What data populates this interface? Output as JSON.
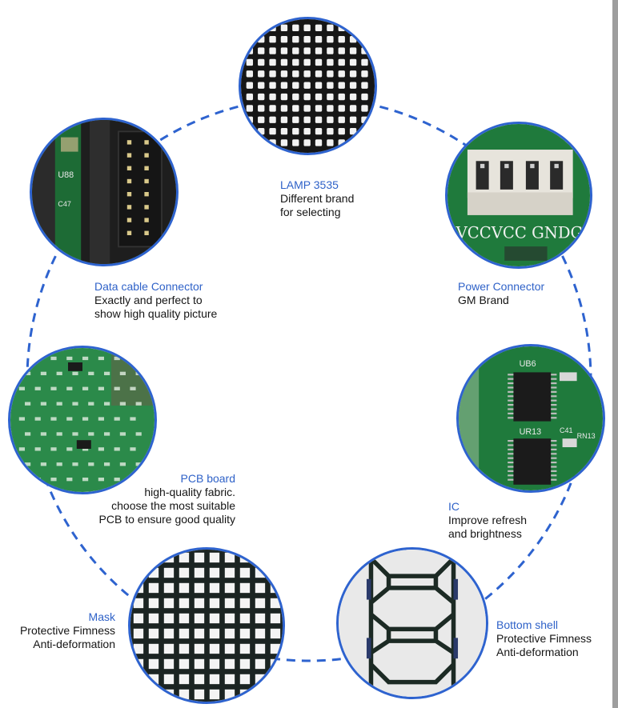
{
  "colors": {
    "accent": "#2f62c8",
    "ring": "#2e63cf",
    "pcb_green": "#1f7a3c"
  },
  "components": {
    "lamp": {
      "title": "LAMP 3535",
      "desc": "Different brand\nfor selecting"
    },
    "data_connector": {
      "title": "Data cable Connector",
      "desc": "Exactly and perfect to\nshow high quality picture",
      "chip_labels": [
        "U88",
        "C47"
      ]
    },
    "power_connector": {
      "title": "Power Connector",
      "desc": "GM Brand",
      "pin_labels": "VCCVCC GNDGN"
    },
    "pcb": {
      "title": "PCB board",
      "desc": "high-quality fabric.\nchoose the most suitable\nPCB to ensure good quality"
    },
    "ic": {
      "title": "IC",
      "desc": "Improve refresh\nand brightness",
      "chip_labels": [
        "UB6",
        "UR13",
        "C41",
        "RN13"
      ]
    },
    "mask": {
      "title": "Mask",
      "desc": "Protective Fimness\nAnti-deformation"
    },
    "bottom_shell": {
      "title": "Bottom shell",
      "desc": "Protective Fimness\nAnti-deformation"
    }
  }
}
